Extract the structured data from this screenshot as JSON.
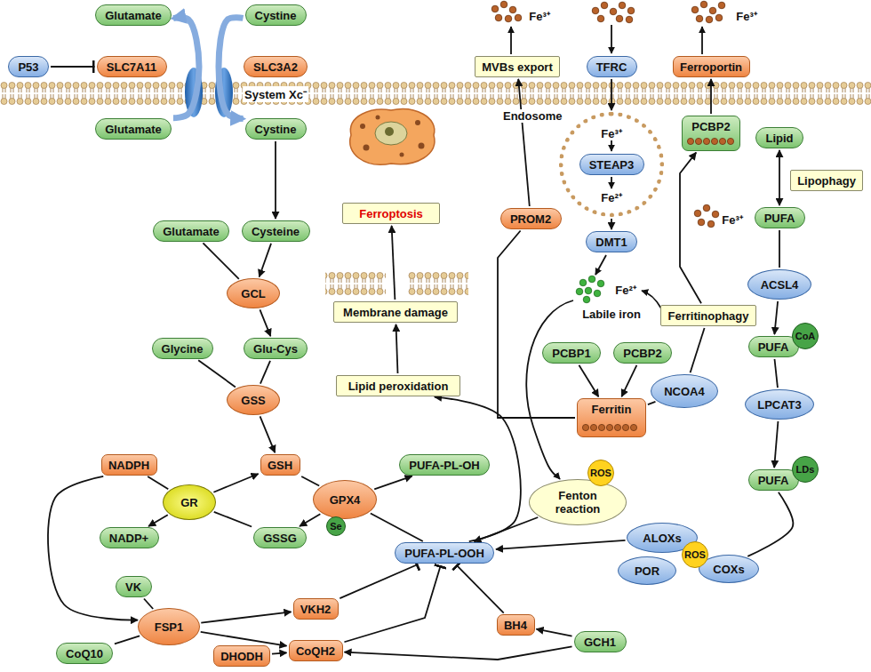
{
  "diagram": {
    "nodes": [
      {
        "text": [
          "Glutamate"
        ]
      },
      {
        "text": [
          "Cystine"
        ]
      },
      {
        "text": [
          "P53"
        ]
      },
      {
        "text": [
          "SLC7A11"
        ]
      },
      {
        "text": [
          "SLC3A2"
        ]
      },
      {
        "text": [
          "Glutamate"
        ]
      },
      {
        "text": [
          "Cystine"
        ]
      },
      {
        "text": [
          "Glutamate"
        ]
      },
      {
        "text": [
          "Cysteine"
        ]
      },
      {
        "text": [
          "GCL"
        ]
      },
      {
        "text": [
          "Glycine"
        ]
      },
      {
        "text": [
          "Glu-Cys"
        ]
      },
      {
        "text": [
          "GSS"
        ]
      },
      {
        "text": [
          "NADPH"
        ]
      },
      {
        "text": [
          "GSH"
        ]
      },
      {
        "text": [
          "NADP+"
        ]
      },
      {
        "text": [
          "GSSG"
        ]
      },
      {
        "text": [
          "GR"
        ]
      },
      {
        "text": [
          "GPX4"
        ]
      },
      {
        "text": [
          "Se"
        ]
      },
      {
        "text": [
          "PUFA-PL-OH"
        ]
      },
      {
        "text": [
          "PUFA-PL-OOH"
        ]
      },
      {
        "text": [
          "VK"
        ]
      },
      {
        "text": [
          "VKH2"
        ]
      },
      {
        "text": [
          "FSP1"
        ]
      },
      {
        "text": [
          "DHODH"
        ]
      },
      {
        "text": [
          "CoQ10"
        ]
      },
      {
        "text": [
          "CoQH2"
        ]
      },
      {
        "text": [
          "BH4"
        ]
      },
      {
        "text": [
          "GCH1"
        ]
      },
      {
        "text": [
          "Ferroptosis"
        ]
      },
      {
        "text": [
          "Membrane damage"
        ]
      },
      {
        "text": [
          "Lipid peroxidation"
        ]
      },
      {
        "text": [
          "MVBs export"
        ]
      },
      {
        "text": [
          "TFRC"
        ]
      },
      {
        "text": [
          "Ferroportin"
        ]
      },
      {
        "text": [
          "PROM2"
        ]
      },
      {
        "text": [
          "Endosome"
        ]
      },
      {
        "text": [
          "STEAP3"
        ],
        "in": 37
      },
      {
        "text": [
          "DMT1"
        ]
      },
      {
        "text": [
          "PCBP1"
        ]
      },
      {
        "text": [
          "PCBP2"
        ]
      },
      {
        "text": [
          "Ferritin"
        ]
      },
      {
        "text": [
          "NCOA4"
        ]
      },
      {
        "text": [
          "Ferritinophagy"
        ]
      },
      {
        "text": [
          "PCBP2"
        ]
      },
      {
        "text": [
          "Fenton reaction"
        ]
      },
      {
        "text": [
          "ROS"
        ]
      },
      {
        "text": [
          "Lipid"
        ]
      },
      {
        "text": [
          "Lipophagy"
        ]
      },
      {
        "text": [
          "PUFA"
        ]
      },
      {
        "text": [
          "ACSL4"
        ]
      },
      {
        "text": [
          "PUFA"
        ]
      },
      {
        "text": [
          "CoA"
        ]
      },
      {
        "text": [
          "LPCAT3"
        ]
      },
      {
        "text": [
          "PUFA"
        ]
      },
      {
        "text": [
          "LDs"
        ]
      },
      {
        "text": [
          "ALOXs"
        ]
      },
      {
        "text": [
          "POR"
        ]
      },
      {
        "text": [
          "COXs"
        ]
      },
      {
        "text": [
          "ROS"
        ]
      }
    ],
    "edges": [
      {
        "from": 2,
        "to": 3,
        "arrow": "to"
      },
      {
        "from": 5,
        "to": 0,
        "arrow": "to"
      },
      {
        "from": 1,
        "to": 6,
        "arrow": "to"
      },
      {
        "from": 6,
        "to": 8,
        "arrow": "to"
      },
      {
        "from": 8,
        "to": 9,
        "arrow": "to"
      },
      {
        "from": 7,
        "to": 9,
        "arrow": "none"
      },
      {
        "from": 9,
        "to": 11,
        "arrow": "to"
      },
      {
        "from": 10,
        "to": 12,
        "arrow": "none"
      },
      {
        "from": 11,
        "to": 12,
        "arrow": "none"
      },
      {
        "from": 12,
        "to": 14,
        "arrow": "to"
      },
      {
        "from": 13,
        "to": 17,
        "arrow": "none"
      },
      {
        "from": 17,
        "to": 15,
        "arrow": "to"
      },
      {
        "from": 16,
        "to": 17,
        "arrow": "none"
      },
      {
        "from": 17,
        "to": 14,
        "arrow": "to"
      },
      {
        "from": 14,
        "to": 18,
        "arrow": "none"
      },
      {
        "from": 18,
        "to": 16,
        "arrow": "to"
      },
      {
        "from": 21,
        "to": 18,
        "arrow": "none"
      },
      {
        "from": 18,
        "to": 20,
        "arrow": "to"
      },
      {
        "from": 21,
        "to": 32,
        "arrow": "to"
      },
      {
        "from": 32,
        "to": 31,
        "arrow": "to"
      },
      {
        "from": 31,
        "to": 30,
        "arrow": "to"
      },
      {
        "from": 13,
        "to": 24,
        "arrow": "to"
      },
      {
        "from": 22,
        "to": 24,
        "arrow": "none"
      },
      {
        "from": 24,
        "to": 23,
        "arrow": "to"
      },
      {
        "from": 26,
        "to": 24,
        "arrow": "none"
      },
      {
        "from": 24,
        "to": 27,
        "arrow": "to"
      },
      {
        "from": 25,
        "to": 27,
        "arrow": "to"
      },
      {
        "from": 23,
        "to": 21,
        "arrow": "to"
      },
      {
        "from": 27,
        "to": 21,
        "arrow": "to"
      },
      {
        "from": 28,
        "to": 21,
        "arrow": "to"
      },
      {
        "from": 29,
        "to": 28,
        "arrow": "to"
      },
      {
        "from": 29,
        "to": 27,
        "arrow": "to"
      },
      {
        "from": 34,
        "to": 37,
        "arrow": "to"
      },
      {
        "from": 37,
        "to": 39,
        "arrow": "to"
      },
      {
        "from": 40,
        "to": 42,
        "arrow": "to"
      },
      {
        "from": 41,
        "to": 42,
        "arrow": "to"
      },
      {
        "from": 42,
        "to": 43,
        "arrow": "none"
      },
      {
        "from": 43,
        "to": 44,
        "arrow": "none"
      },
      {
        "from": 44,
        "to": 45,
        "arrow": "to"
      },
      {
        "from": 45,
        "to": 35,
        "arrow": "to"
      },
      {
        "from": 42,
        "to": 36,
        "arrow": "none"
      },
      {
        "from": 36,
        "to": 33,
        "arrow": "to"
      },
      {
        "from": 46,
        "to": 21,
        "arrow": "to"
      },
      {
        "from": 48,
        "to": 50,
        "arrow": "both"
      },
      {
        "from": 50,
        "to": 51,
        "arrow": "none"
      },
      {
        "from": 51,
        "to": 52,
        "arrow": "to"
      },
      {
        "from": 52,
        "to": 54,
        "arrow": "none"
      },
      {
        "from": 54,
        "to": 55,
        "arrow": "to"
      },
      {
        "from": 55,
        "to": 59,
        "arrow": "none"
      },
      {
        "from": 57,
        "to": 21,
        "arrow": "to"
      }
    ],
    "labels": [
      "System Xc⁻",
      "Fe³⁺",
      "Fe³⁺",
      "Fe³⁺",
      "Fe²⁺",
      "Fe²⁺",
      "Labile iron",
      "Fe³⁺"
    ]
  }
}
